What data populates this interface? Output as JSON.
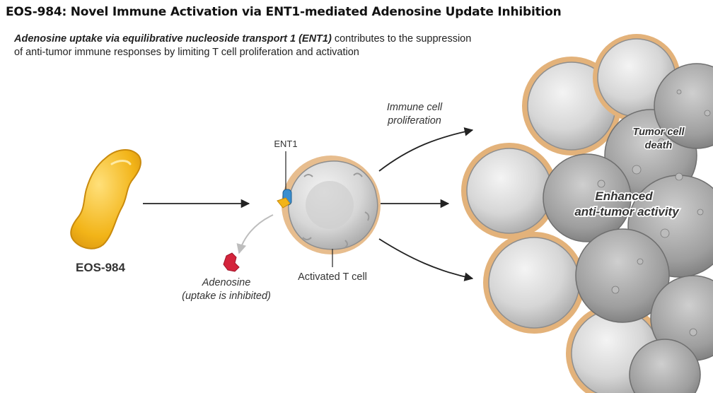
{
  "title": "EOS-984: Novel Immune Activation via ENT1-mediated Adenosine Update Inhibition",
  "subtitle": {
    "emphasis": "Adenosine uptake via equilibrative nucleoside transport 1 (ENT1)",
    "rest_line1": " contributes to the suppression",
    "line2": "of anti-tumor immune responses by limiting T cell proliferation and activation"
  },
  "labels": {
    "drug": "EOS-984",
    "ent1": "ENT1",
    "adenosine": "Adenosine",
    "adenosine_note": "(uptake is inhibited)",
    "t_cell": "Activated T cell",
    "proliferation_line1": "Immune cell",
    "proliferation_line2": "proliferation",
    "tumor_death_line1": "Tumor cell",
    "tumor_death_line2": "death",
    "enhanced_line1": "Enhanced",
    "enhanced_line2": "anti-tumor activity"
  },
  "colors": {
    "drug": "#f2b418",
    "drug_label": "#e88a1a",
    "cell_halo": "#e3b27a",
    "cell_body": "#dcdcdc",
    "adenosine": "#d4243c",
    "transporter": "#3a8fd0",
    "enhanced_text": "#f08a1e"
  }
}
